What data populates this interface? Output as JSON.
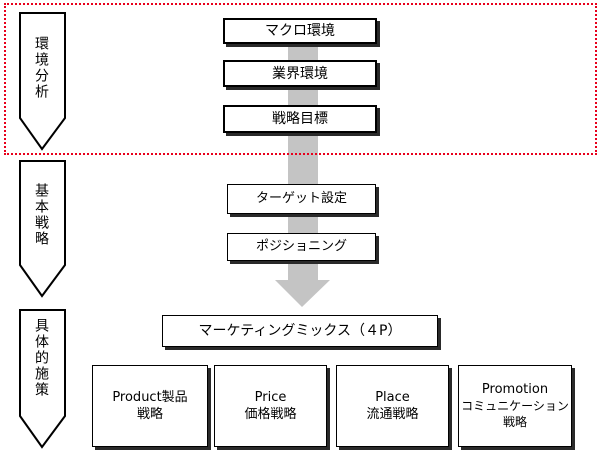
{
  "colors": {
    "focus_border": "#e8001c",
    "flow_arrow": "#c4c4c4",
    "shadow": "#2a2a2a"
  },
  "phases": [
    {
      "label": "環境分析"
    },
    {
      "label": "基本戦略"
    },
    {
      "label": "具体的施策"
    }
  ],
  "steps": {
    "macro": "マクロ環境",
    "industry": "業界環境",
    "goal": "戦略目標",
    "target": "ターゲット設定",
    "positioning": "ポジショニング",
    "mix": "マーケティングミックス（４P）"
  },
  "four_p": [
    {
      "line1": "Product製品",
      "line2": "戦略"
    },
    {
      "line1": "Price",
      "line2": "価格戦略"
    },
    {
      "line1": "Place",
      "line2": "流通戦略"
    },
    {
      "line1": "Promotion",
      "line2": "コミュニケーション",
      "line3": "戦略"
    }
  ]
}
